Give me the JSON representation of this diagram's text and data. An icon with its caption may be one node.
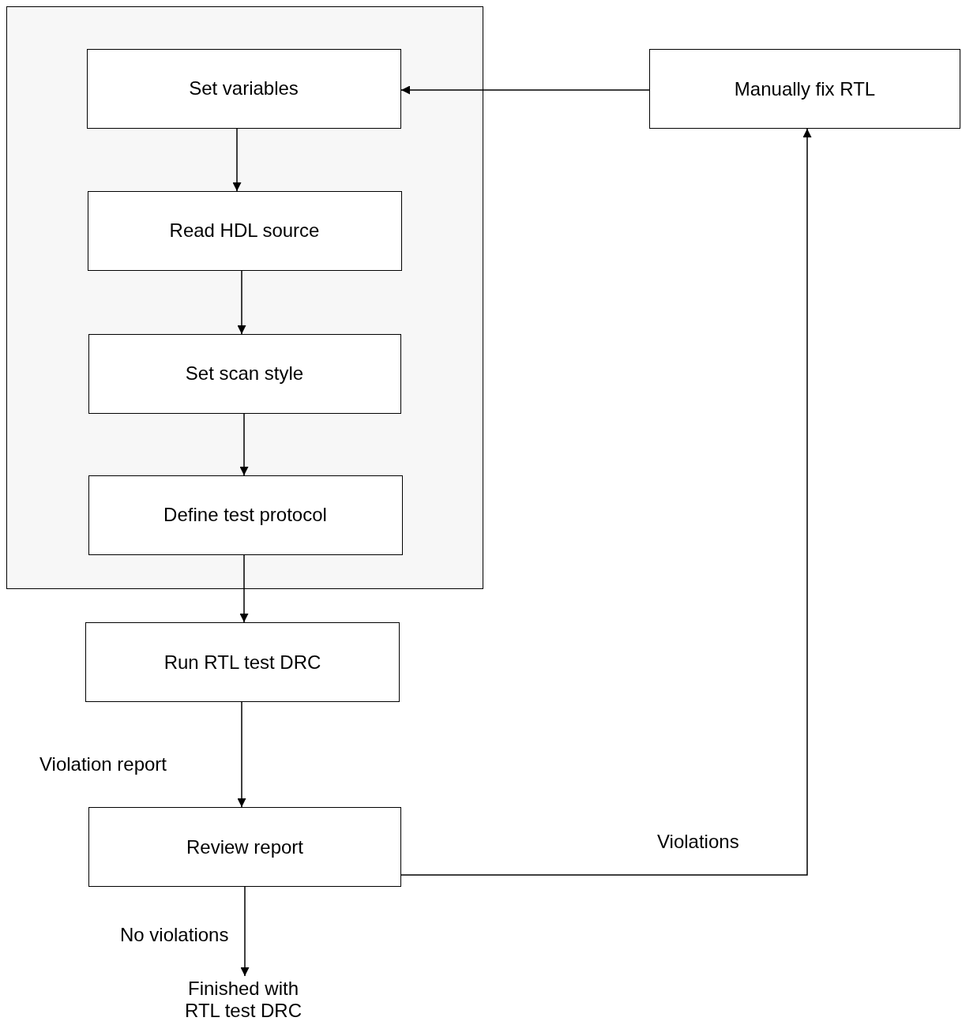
{
  "diagram": {
    "nodes": [
      {
        "text": [],
        "shape": "box"
      },
      {
        "text": [
          "Set variables"
        ],
        "in": 0
      },
      {
        "text": [
          "Read HDL source"
        ],
        "in": 0
      },
      {
        "text": [
          "Set scan style"
        ],
        "in": 0
      },
      {
        "text": [
          "Define test protocol"
        ],
        "in": 0
      },
      {
        "text": [
          "Run RTL test DRC"
        ]
      },
      {
        "text": [
          "Review report"
        ]
      },
      {
        "text": [
          "Finished with RTL test DRC"
        ]
      },
      {
        "text": [
          "Manually fix RTL"
        ]
      }
    ],
    "edges": [
      {
        "from": 1,
        "to": 2,
        "arrow": "to"
      },
      {
        "from": 2,
        "to": 3,
        "arrow": "to"
      },
      {
        "from": 3,
        "to": 4,
        "arrow": "to"
      },
      {
        "from": 4,
        "to": 5,
        "arrow": "to"
      },
      {
        "from": 5,
        "to": 6,
        "arrow": "to",
        "label": "Violation report"
      },
      {
        "from": 6,
        "to": 7,
        "arrow": "to",
        "label": "No violations"
      },
      {
        "from": 6,
        "to": 8,
        "arrow": "to",
        "label": "Violations"
      },
      {
        "from": 8,
        "to": 1,
        "arrow": "to"
      }
    ]
  }
}
